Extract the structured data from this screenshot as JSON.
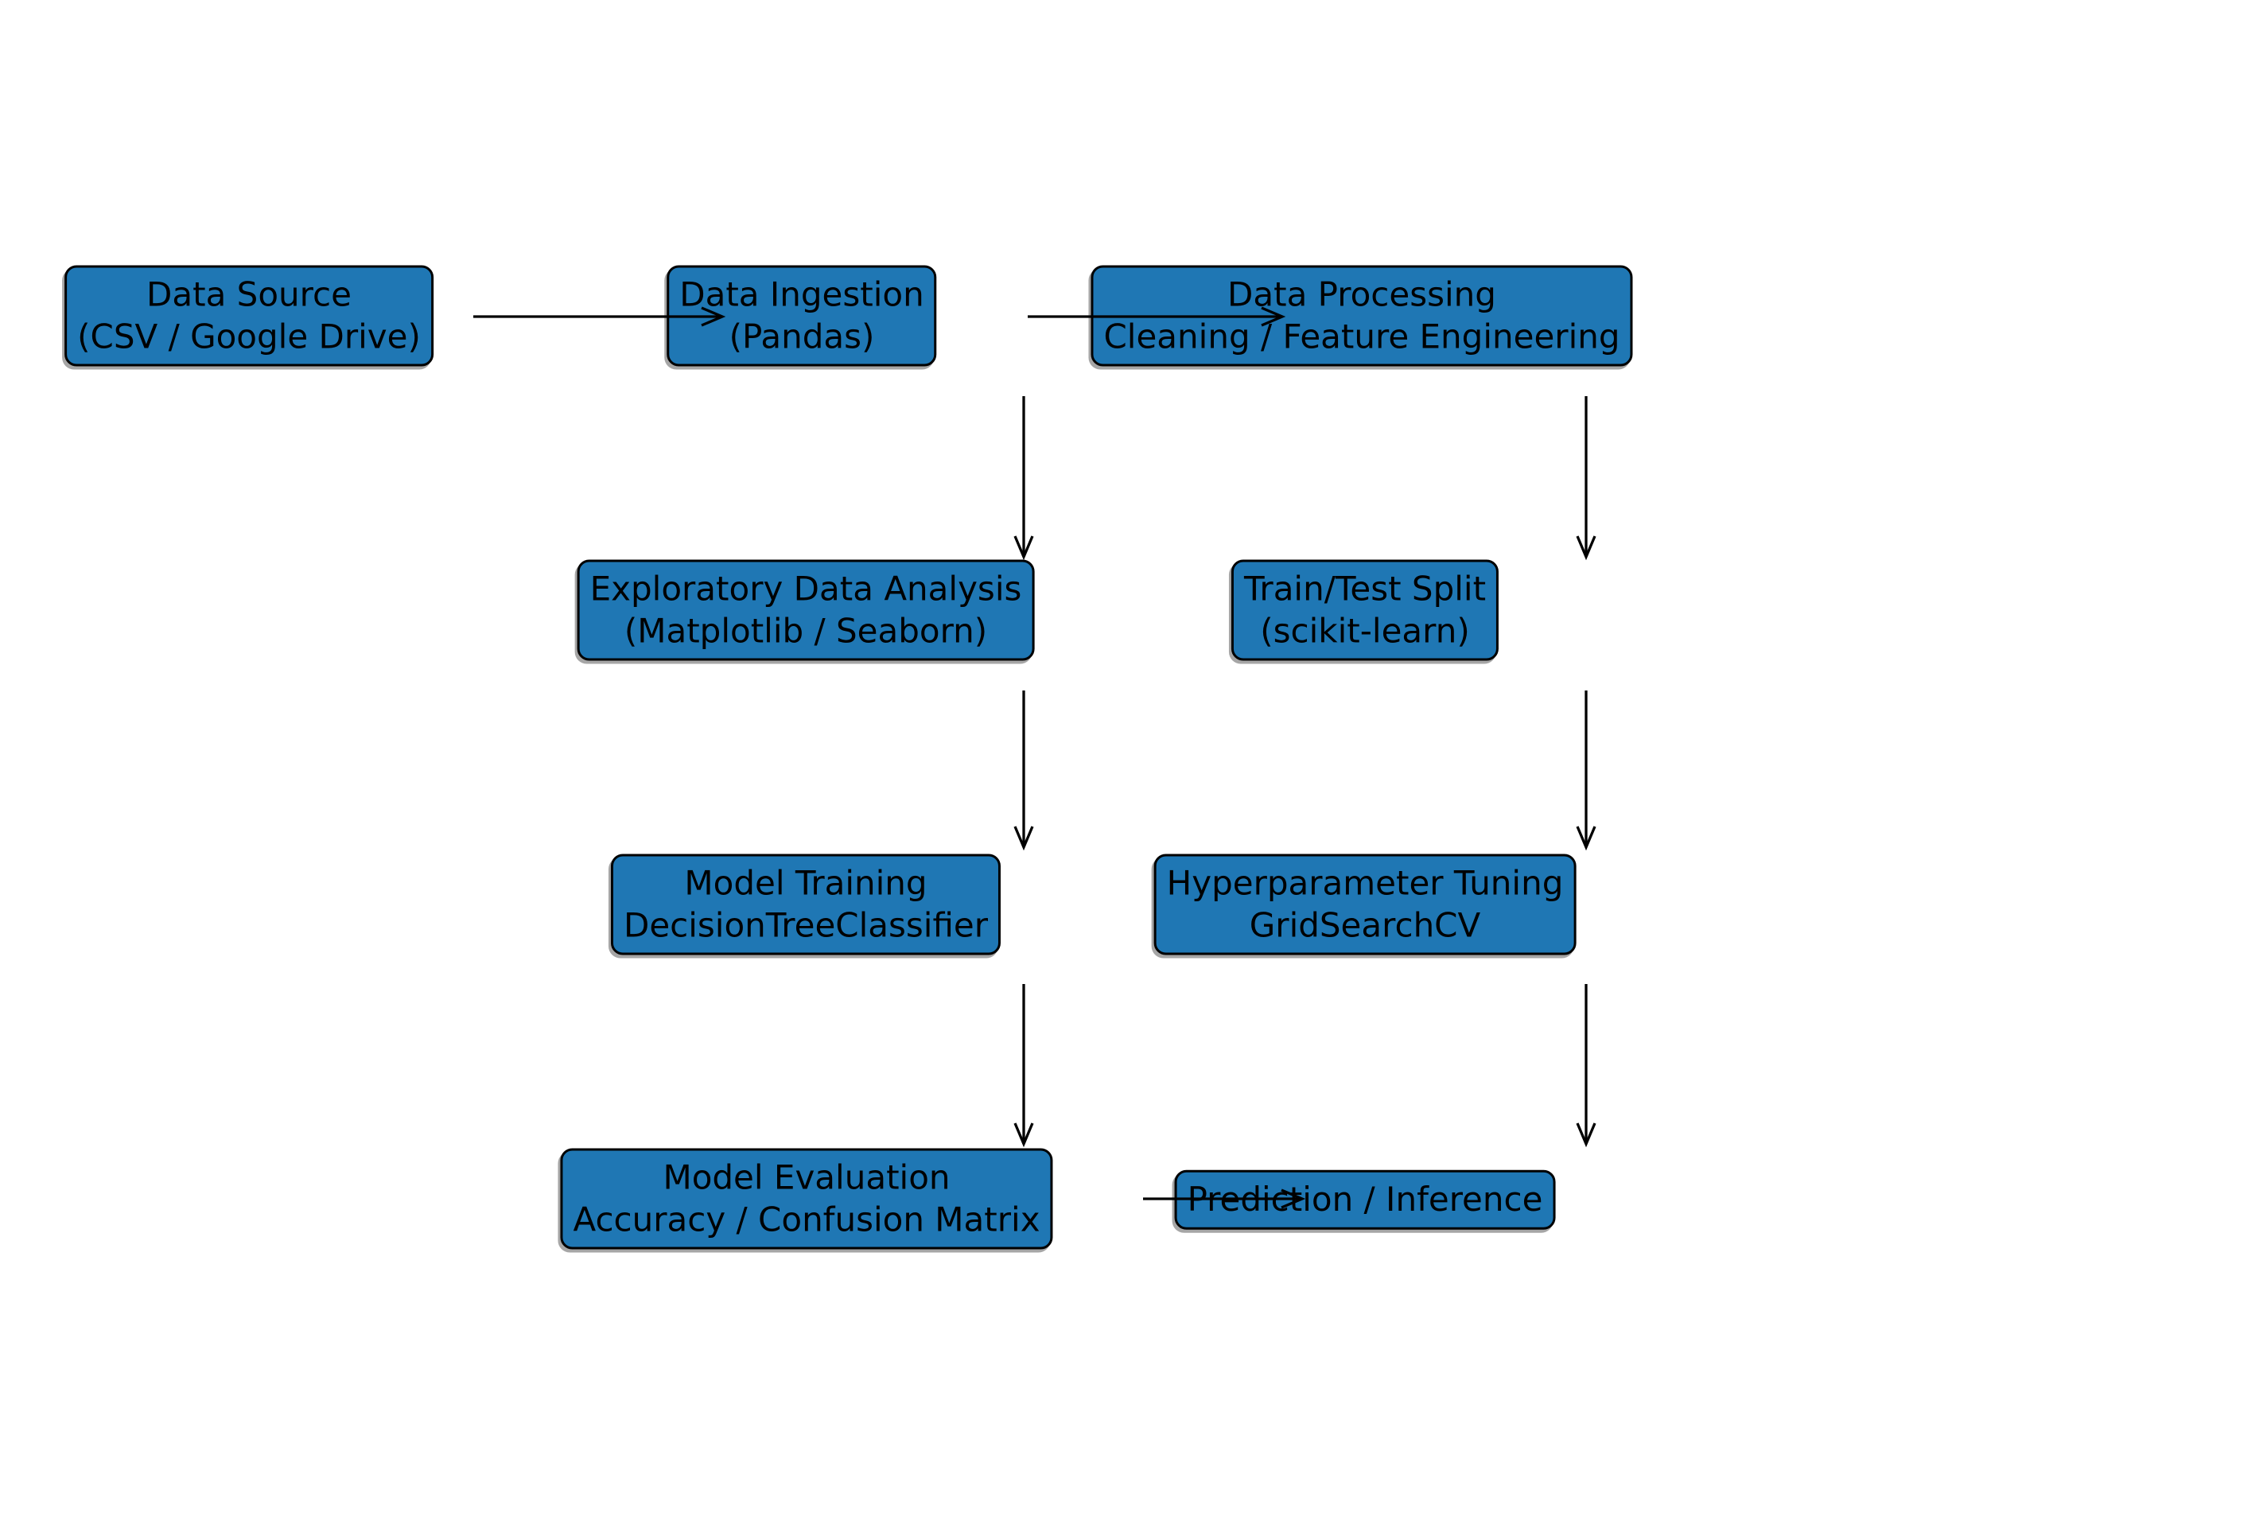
{
  "diagram": {
    "colors": {
      "background": "#ffffff",
      "node_fill": "#1f77b4",
      "node_border": "#000000",
      "text_color": "#000000",
      "arrow_color": "#000000"
    },
    "nodes": [
      {
        "id": "data-source",
        "label": "Data Source\n(CSV / Google Drive)"
      },
      {
        "id": "data-ingestion",
        "label": "Data Ingestion\n(Pandas)"
      },
      {
        "id": "data-processing",
        "label": "Data Processing\nCleaning / Feature Engineering"
      },
      {
        "id": "exploratory-data-analysis",
        "label": "Exploratory Data Analysis\n(Matplotlib / Seaborn)"
      },
      {
        "id": "train-test-split",
        "label": "Train/Test Split\n(scikit-learn)"
      },
      {
        "id": "model-training",
        "label": "Model Training\nDecisionTreeClassifier"
      },
      {
        "id": "hyperparameter-tuning",
        "label": "Hyperparameter Tuning\nGridSearchCV"
      },
      {
        "id": "model-evaluation",
        "label": "Model Evaluation\nAccuracy / Confusion Matrix"
      },
      {
        "id": "prediction-inference",
        "label": "Prediction / Inference"
      }
    ],
    "edges": [
      {
        "from": "data-source",
        "to": "data-ingestion"
      },
      {
        "from": "data-ingestion",
        "to": "data-processing"
      },
      {
        "from": "data-processing",
        "to": "exploratory-data-analysis"
      },
      {
        "from": "data-processing",
        "to": "train-test-split"
      },
      {
        "from": "exploratory-data-analysis",
        "to": "model-training"
      },
      {
        "from": "train-test-split",
        "to": "hyperparameter-tuning"
      },
      {
        "from": "model-training",
        "to": "model-evaluation"
      },
      {
        "from": "hyperparameter-tuning",
        "to": "prediction-inference"
      },
      {
        "from": "model-evaluation",
        "to": "prediction-inference"
      }
    ]
  }
}
